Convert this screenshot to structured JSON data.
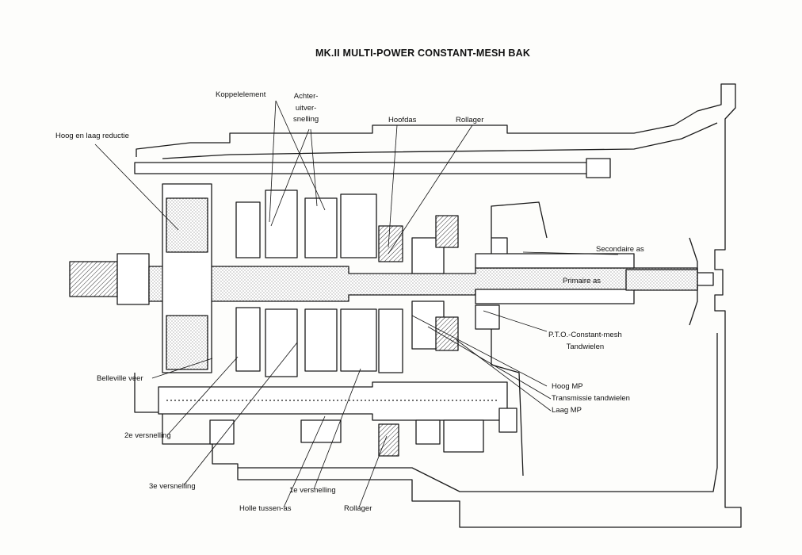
{
  "title": "MK.II MULTI-POWER CONSTANT-MESH BAK",
  "labels": {
    "koppelelement": "Koppelelement",
    "achter_1": "Achter-",
    "achter_2": "uitver-",
    "achter_3": "snelling",
    "hoofdas": "Hoofdas",
    "rollager_top": "Rollager",
    "hoog_laag": "Hoog en laag reductie",
    "secondaire": "Secondaire as",
    "primaire": "Primaire as",
    "pto_1": "P.T.O.-Constant-mesh",
    "pto_2": "Tandwielen",
    "belleville": "Belleville veer",
    "hoog_mp": "Hoog MP",
    "transmissie": "Transmissie tandwielen",
    "laag_mp": "Laag MP",
    "versn_2e": "2e versnelling",
    "versn_3e": "3e versnelling",
    "versn_1e": "1e versnelling",
    "holle": "Holle tussen-as",
    "rollager_bottom": "Rollager"
  }
}
